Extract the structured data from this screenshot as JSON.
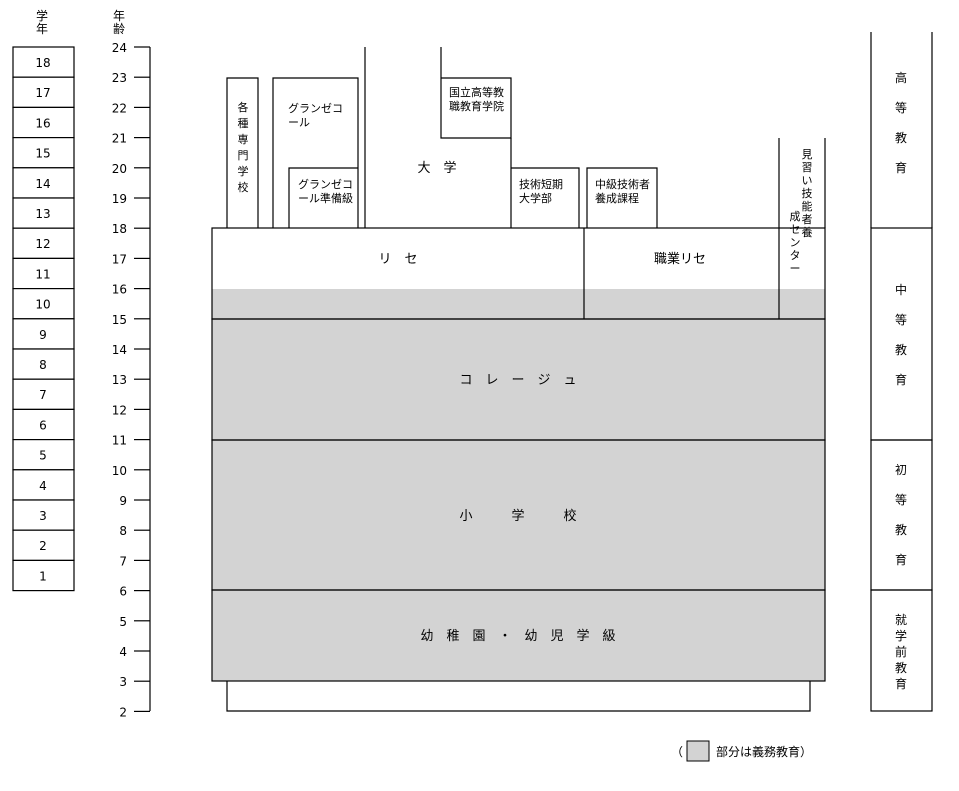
{
  "headers": {
    "grade": "学年",
    "age": "年齢"
  },
  "grades": [
    "18",
    "17",
    "16",
    "15",
    "14",
    "13",
    "12",
    "11",
    "10",
    "9",
    "8",
    "7",
    "6",
    "5",
    "4",
    "3",
    "2",
    "1"
  ],
  "ages": [
    "24",
    "23",
    "22",
    "21",
    "20",
    "19",
    "18",
    "17",
    "16",
    "15",
    "14",
    "13",
    "12",
    "11",
    "10",
    "9",
    "8",
    "7",
    "6",
    "5",
    "4",
    "3",
    "2"
  ],
  "institutions": {
    "kakushu": "各種専門学校",
    "grandes_ecoles": "グランゼコール",
    "grandes_ecoles_prep": "グランゼコール準備級",
    "university": "大　学",
    "national_institute": "国立高等教職教育学院",
    "iut": "技術短期大学部",
    "mid_tech": "中級技術者養成課程",
    "apprentice": "見習い技能者養成センター",
    "lycee": "リ　セ",
    "lycee_pro": "職業リセ",
    "college": "コ　レ　ー　ジ　ュ",
    "elementary": "小　　　学　　　校",
    "preschool": "幼　稚　園　・　幼　児　学　級"
  },
  "stages": {
    "higher": "高等教育",
    "secondary": "中等教育",
    "primary": "初等教育",
    "preschool": "就学前教育"
  },
  "legend": {
    "open": "（",
    "text": "部分は義務教育）",
    "color": "#d3d3d3"
  }
}
